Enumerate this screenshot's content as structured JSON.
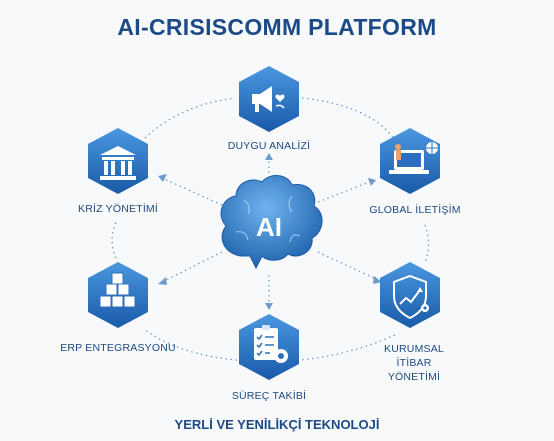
{
  "title": "AI-CRISISCOMM PLATFORM",
  "footer": "YERLİ VE YENİLİKÇİ TEKNOLOJİ",
  "center": {
    "label": "AI",
    "icon": "brain-cloud-icon"
  },
  "nodes": [
    {
      "label": "DUYGU ANALİZİ",
      "icon": "megaphone-heart-icon"
    },
    {
      "label": "GLOBAL İLETİŞİM",
      "icon": "laptop-globe-icon"
    },
    {
      "label": "KURUMSAL İTİBAR YÖNETİMİ",
      "icon": "shield-chart-icon"
    },
    {
      "label": "SÜREÇ TAKİBİ",
      "icon": "checklist-gear-icon"
    },
    {
      "label": "ERP ENTEGRASYONU",
      "icon": "cubes-icon"
    },
    {
      "label": "KRİZ YÖNETİMİ",
      "icon": "building-icon"
    }
  ],
  "colors": {
    "title": "#1c4a86",
    "hex_light": "#3d8ad8",
    "hex_dark": "#1a5aa8",
    "connector": "#6f9bc9"
  }
}
